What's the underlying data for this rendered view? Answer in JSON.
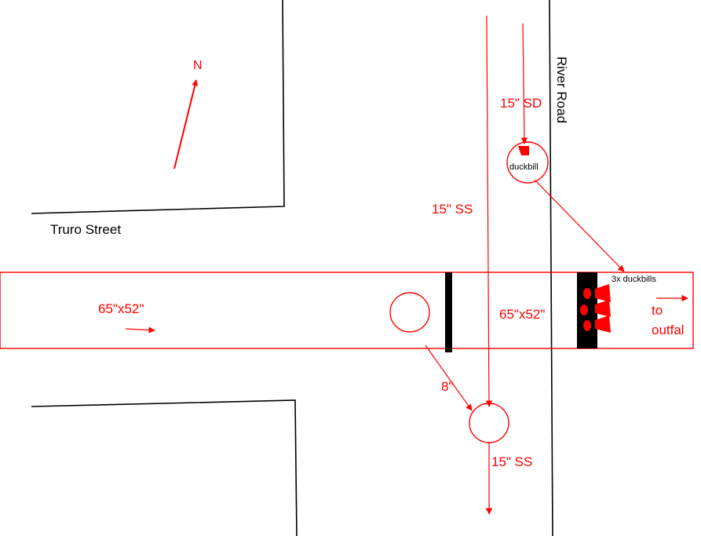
{
  "colors": {
    "pipe": "#ff0000",
    "street": "#000000",
    "background": "#ffffff"
  },
  "labels": {
    "north": "N",
    "river_road": "River Road",
    "truro_street": "Truro Street",
    "pipe_15_sd": "15\" SD",
    "pipe_15_ss_upper": "15\" SS",
    "pipe_15_ss_lower": "15\" SS",
    "pipe_8": "8\"",
    "culvert_left": "65\"x52\"",
    "culvert_right": "65\"x52\"",
    "duckbill_single": "duckbill",
    "duckbills_triple": "3x duckbills",
    "outfall_line1": "to",
    "outfall_line2": "outfal"
  }
}
